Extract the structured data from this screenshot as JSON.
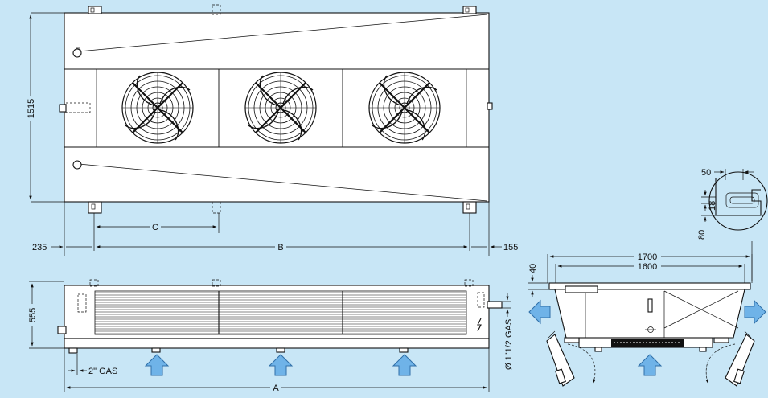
{
  "dimensions": {
    "height_total": "1515",
    "left_offset": "235",
    "right_offset": "155",
    "span_b": "B",
    "span_c": "C",
    "length_a": "A",
    "height_front": "555",
    "drain": "2\" GAS",
    "inlet": "Ø 1\"1/2 GAS",
    "width_outer": "1700",
    "width_inner": "1600",
    "top_40": "40",
    "bracket_50": "50",
    "bracket_18": "18",
    "bracket_80": "80"
  },
  "colors": {
    "background": "#c8e6f6",
    "arrow_blue": "#6fb3e8",
    "arrow_edge": "#2f6fa8"
  }
}
